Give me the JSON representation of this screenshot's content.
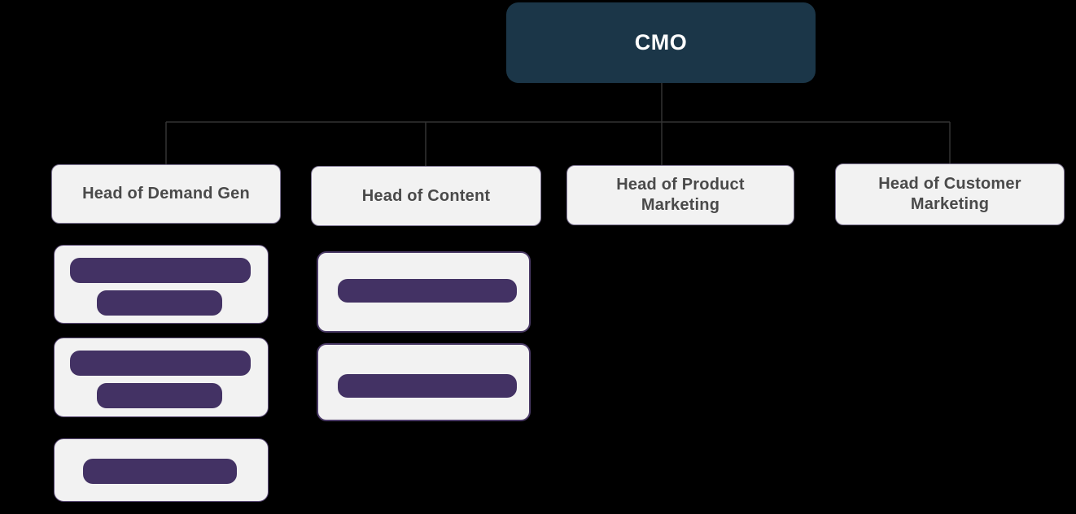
{
  "theme": {
    "canvas-bg": "#000000",
    "root-bg": "#1b3648",
    "root-text": "#ffffff",
    "node-bg": "#f2f2f2",
    "node-border": "#7d7492",
    "node-text": "#4a4a4a",
    "card-border": "#5d4d78",
    "card-border-strong": "#4a3a66",
    "bar-color": "#433264",
    "connector-color": "#333333"
  },
  "org_chart": {
    "root": {
      "label": "CMO"
    },
    "branches": [
      {
        "label": "Head of Demand Gen",
        "placeholder_cards": 3,
        "placeholder_bars_per_card": [
          2,
          2,
          1
        ]
      },
      {
        "label": "Head of Content",
        "placeholder_cards": 2,
        "placeholder_bars_per_card": [
          1,
          1
        ]
      },
      {
        "label": "Head of Product Marketing",
        "placeholder_cards": 0,
        "placeholder_bars_per_card": []
      },
      {
        "label": "Head of Customer Marketing",
        "placeholder_cards": 0,
        "placeholder_bars_per_card": []
      }
    ]
  }
}
